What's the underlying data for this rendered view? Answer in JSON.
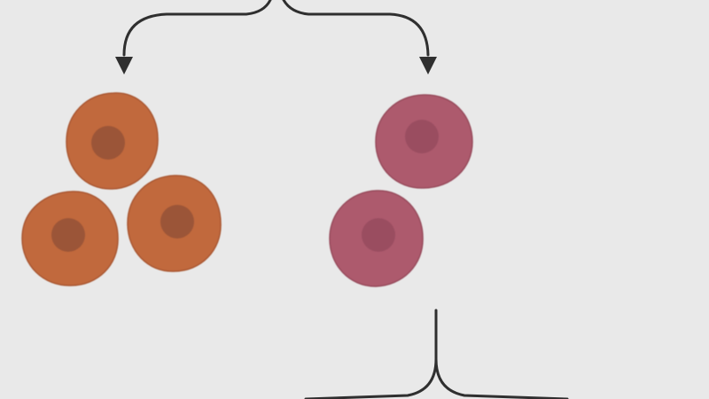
{
  "diagram": {
    "background_color": "#e9e9e9",
    "line_color": "#2f2f2f",
    "groups": [
      {
        "name": "orange-cells",
        "cell_count": 3,
        "cell_color": "#c1693d",
        "cell_edge_color": "#a95731",
        "nucleus_color": "#9b5537"
      },
      {
        "name": "pink-cells",
        "cell_count": 2,
        "cell_color": "#ad5a6d",
        "cell_edge_color": "#974b5c",
        "nucleus_color": "#9a4d61"
      }
    ]
  }
}
